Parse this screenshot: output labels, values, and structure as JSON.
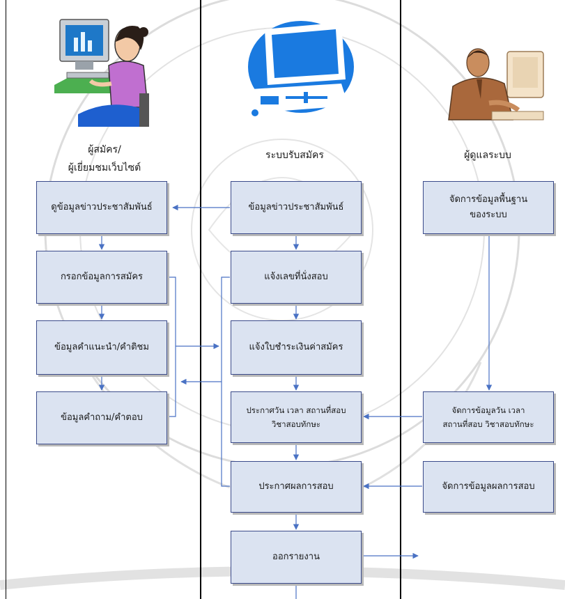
{
  "lanes": [
    {
      "title_line1": "ผู้สมัคร/",
      "title_line2": "ผู้เยี่ยมชมเว็บไซต์",
      "icon": "applicant-at-computer-icon"
    },
    {
      "title": "ระบบรับสมัคร",
      "icon": "computer-system-icon"
    },
    {
      "title": "ผู้ดูแลระบบ",
      "icon": "administrator-at-computer-icon"
    }
  ],
  "applicant_boxes": {
    "view_news": "ดูข้อมูลข่าวประชาสัมพันธ์",
    "fill_form": "กรอกข้อมูลการสมัคร",
    "suggestions": "ข้อมูลคำแนะนำ/คำติชม",
    "faq": "ข้อมูลคำถาม/คำตอบ"
  },
  "system_boxes": {
    "news": "ข้อมูลข่าวประชาสัมพันธ์",
    "seat_number": "แจ้งเลขที่นั่งสอบ",
    "payment_slip": "แจ้งใบชำระเงินค่าสมัคร",
    "exam_schedule": "ประกาศวัน เวลา สถานที่สอบ\nวิชาสอบทักษะ",
    "exam_results": "ประกาศผลการสอบ",
    "reports": "ออกรายงาน"
  },
  "admin_boxes": {
    "base_data": "จัดการข้อมูลพื้นฐาน\nของระบบ",
    "schedule_data": "จัดการข้อมูลวัน เวลา\nสถานที่สอบ วิชาสอบทักษะ",
    "results_data": "จัดการข้อมูลผลการสอบ"
  },
  "colors": {
    "box_fill": "#dbe3f1",
    "box_border": "#3a4a8a",
    "connector": "#4a72c4",
    "lane_border": "#000000",
    "watermark": "#d6d6d6"
  }
}
